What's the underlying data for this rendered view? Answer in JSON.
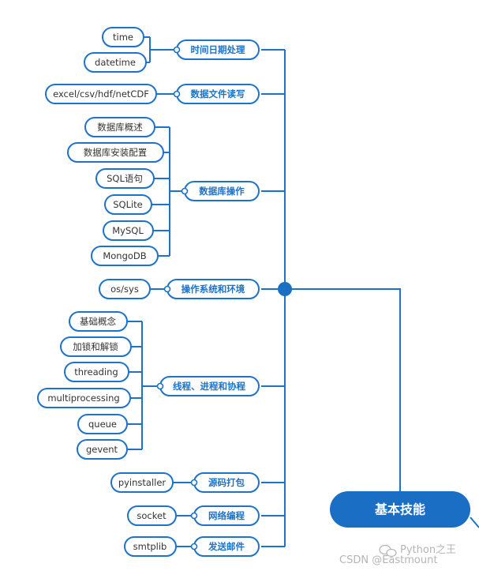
{
  "root": {
    "label": "基本技能"
  },
  "branches": [
    {
      "label": "时间日期处理",
      "children": [
        "time",
        "datetime"
      ]
    },
    {
      "label": "数据文件读写",
      "children": [
        "excel/csv/hdf/netCDF"
      ]
    },
    {
      "label": "数据库操作",
      "children": [
        "数据库概述",
        "数据库安装配置",
        "SQL语句",
        "SQLite",
        "MySQL",
        "MongoDB"
      ]
    },
    {
      "label": "操作系统和环境",
      "children": [
        "os/sys"
      ]
    },
    {
      "label": "线程、进程和协程",
      "children": [
        "基础概念",
        "加锁和解锁",
        "threading",
        "multiprocessing",
        "queue",
        "gevent"
      ]
    },
    {
      "label": "源码打包",
      "children": [
        "pyinstaller"
      ]
    },
    {
      "label": "网络编程",
      "children": [
        "socket"
      ]
    },
    {
      "label": "发送邮件",
      "children": [
        "smtplib"
      ]
    }
  ],
  "watermark": {
    "line1": "Python之王",
    "line2": "CSDN @Eastmount"
  },
  "colors": {
    "accent": "#1e73c8",
    "root_fill": "#1a6fc4",
    "text": "#333333"
  }
}
